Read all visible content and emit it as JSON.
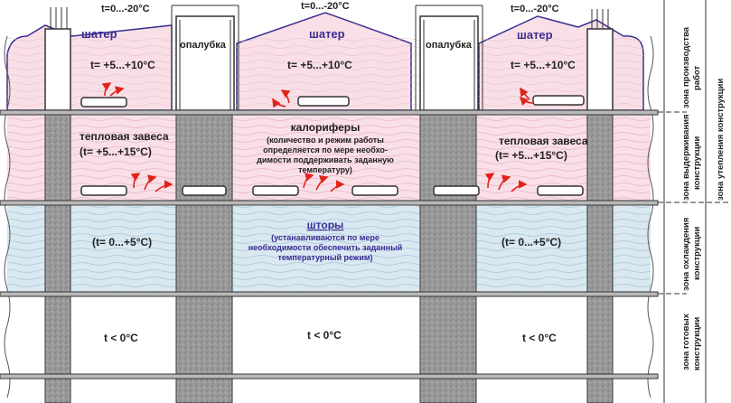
{
  "outside_temps": [
    "t=0...-20°C",
    "t=0...-20°C",
    "t=0...-20°C"
  ],
  "tent_labels": [
    "шатер",
    "шатер",
    "шатер"
  ],
  "formwork_labels": [
    "опалубка",
    "опалубка"
  ],
  "tent_temps": [
    "t= +5...+10°C",
    "t= +5...+10°C",
    "t= +5...+10°C"
  ],
  "curtain_title": [
    "тепловая завеса",
    "тепловая завеса"
  ],
  "curtain_temp": [
    "(t= +5...+15°C)",
    "(t= +5...+15°C)"
  ],
  "heaters": {
    "title": "калориферы",
    "note": [
      "(количество и режим работы",
      "определяется по мере необхо-",
      "димости поддерживать заданную",
      "температуру)"
    ]
  },
  "cooling_temps": [
    "(t= 0...+5°C)",
    "(t= 0...+5°C)"
  ],
  "blinds": {
    "title": "шторы",
    "note": [
      "(устанавливаются по мере",
      "необходимости обеспечить заданный",
      "температурный режим)"
    ]
  },
  "ready_temps": [
    "t < 0°C",
    "t < 0°C",
    "t < 0°C"
  ],
  "zones": {
    "production": [
      "зона производства",
      "работ"
    ],
    "holding": [
      "зона выдерживания",
      "конструкции"
    ],
    "cooling": [
      "зона охлаждения",
      "конструкции"
    ],
    "ready": [
      "зона готовых",
      "конструкции"
    ],
    "insulation": "зона утепления конструкции"
  },
  "colors": {
    "warm_fill": "#f9dfe6",
    "cool_fill": "#d9e8f1",
    "tent_line": "#3a2c92",
    "arrow_red": "#e2231a",
    "column_fill": "#8f8f8f",
    "slab_fill": "#b9b9b9"
  }
}
